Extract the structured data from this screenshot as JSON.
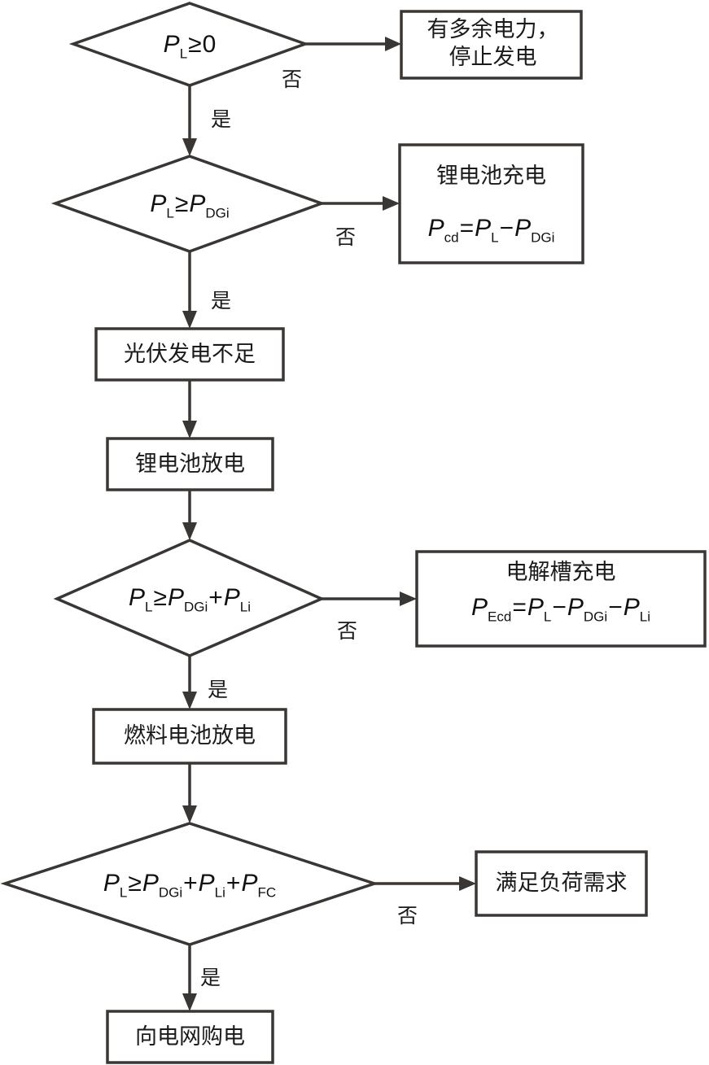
{
  "nodes": {
    "d1": {
      "type": "decision",
      "var": "P",
      "sub": "L",
      "op": "≥",
      "rhs": "0"
    },
    "r1": {
      "type": "process",
      "line1": "有多余电力，",
      "line2": "停止发电"
    },
    "d2": {
      "type": "decision",
      "terms": [
        {
          "v": "P",
          "s": "L"
        },
        {
          "op": "≥"
        },
        {
          "v": "P",
          "s": "DGi"
        }
      ]
    },
    "r2": {
      "type": "process",
      "title": "锂电池充电",
      "formula": [
        {
          "v": "P",
          "s": "cd"
        },
        {
          "op": "="
        },
        {
          "v": "P",
          "s": "L"
        },
        {
          "op": "−"
        },
        {
          "v": "P",
          "s": "DGi"
        }
      ]
    },
    "p1": {
      "type": "process",
      "label": "光伏发电不足"
    },
    "p2": {
      "type": "process",
      "label": "锂电池放电"
    },
    "d3": {
      "type": "decision",
      "terms": [
        {
          "v": "P",
          "s": "L"
        },
        {
          "op": "≥"
        },
        {
          "v": "P",
          "s": "DGi"
        },
        {
          "op": "+"
        },
        {
          "v": "P",
          "s": "Li"
        }
      ]
    },
    "r3": {
      "type": "process",
      "title": "电解槽充电",
      "formula": [
        {
          "v": "P",
          "s": "Ecd"
        },
        {
          "op": "="
        },
        {
          "v": "P",
          "s": "L"
        },
        {
          "op": "−"
        },
        {
          "v": "P",
          "s": "DGi"
        },
        {
          "op": "−"
        },
        {
          "v": "P",
          "s": "Li"
        }
      ]
    },
    "p3": {
      "type": "process",
      "label": "燃料电池放电"
    },
    "d4": {
      "type": "decision",
      "terms": [
        {
          "v": "P",
          "s": "L"
        },
        {
          "op": "≥"
        },
        {
          "v": "P",
          "s": "DGi"
        },
        {
          "op": "+"
        },
        {
          "v": "P",
          "s": "Li"
        },
        {
          "op": "+"
        },
        {
          "v": "P",
          "s": "FC"
        }
      ]
    },
    "r4": {
      "type": "process",
      "label": "满足负荷需求"
    },
    "p4": {
      "type": "process",
      "label": "向电网购电"
    }
  },
  "edge_labels": {
    "yes": "是",
    "no": "否"
  },
  "edges": [
    {
      "from": "d1",
      "to": "r1",
      "label": "否"
    },
    {
      "from": "d1",
      "to": "d2",
      "label": "是"
    },
    {
      "from": "d2",
      "to": "r2",
      "label": "否"
    },
    {
      "from": "d2",
      "to": "p1",
      "label": "是"
    },
    {
      "from": "p1",
      "to": "p2",
      "label": ""
    },
    {
      "from": "p2",
      "to": "d3",
      "label": ""
    },
    {
      "from": "d3",
      "to": "r3",
      "label": "否"
    },
    {
      "from": "d3",
      "to": "p3",
      "label": "是"
    },
    {
      "from": "p3",
      "to": "d4",
      "label": ""
    },
    {
      "from": "d4",
      "to": "r4",
      "label": "否"
    },
    {
      "from": "d4",
      "to": "p4",
      "label": "是"
    }
  ]
}
